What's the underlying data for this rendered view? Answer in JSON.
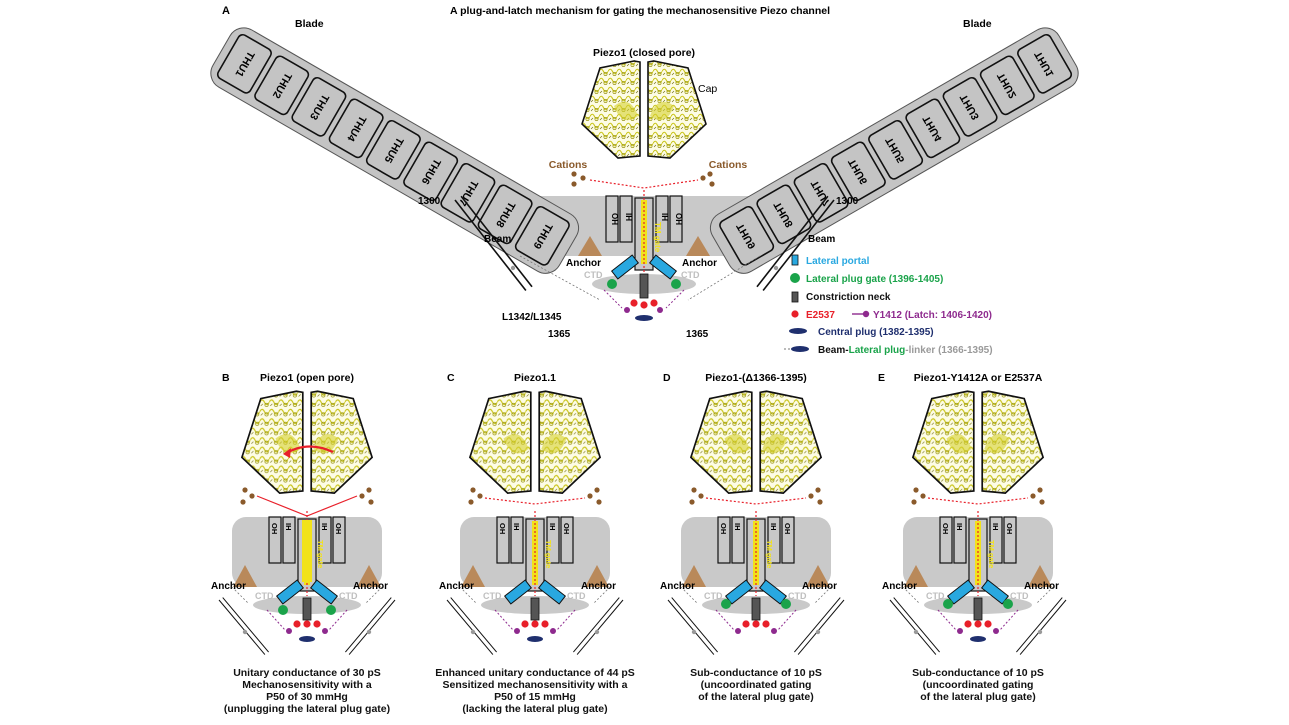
{
  "figure": {
    "title": "A plug-and-latch mechanism for gating the mechanosensitive Piezo channel",
    "panel_a": {
      "label": "A",
      "subtitle": "Piezo1 (closed pore)",
      "blade_left": "Blade",
      "blade_right": "Blade",
      "cap": "Cap",
      "cations_left": "Cations",
      "cations_right": "Cations",
      "residue_left": "1300",
      "residue_right": "1300",
      "beam_left": "Beam",
      "beam_right": "Beam",
      "anchor_left": "Anchor",
      "anchor_right": "Anchor",
      "ctd_left": "CTD",
      "ctd_right": "CTD",
      "l_label": "L1342/L1345",
      "res_1365_left": "1365",
      "res_1365_right": "1365",
      "thu_left": [
        "THU1",
        "THU2",
        "THU3",
        "THU4",
        "THU5",
        "THU6",
        "THU7",
        "THU8",
        "THU9"
      ],
      "thu_right": [
        "THU1",
        "THU2",
        "THU3",
        "THU4",
        "THU5",
        "THU6",
        "THU7",
        "THU8",
        "THU9"
      ]
    },
    "legend": {
      "lateral_portal": "Lateral portal",
      "lateral_plug_gate": "Lateral plug gate (1396-1405)",
      "constriction_neck": "Constriction neck",
      "e2537": "E2537",
      "y1412": "Y1412 (Latch: 1406-1420)",
      "central_plug": "Central plug (1382-1395)",
      "linker_beam": "Beam",
      "linker_sep": "-",
      "linker_lateral": "Lateral plug",
      "linker_rest": "-linker (1366-1395)",
      "colors": {
        "portal": "#29a8e0",
        "gate": "#1aa34a",
        "neck": "#555555",
        "e2537": "#e8202a",
        "latch": "#8e2a8e",
        "plug": "#1f2f6e",
        "linker_grey": "#9a9a9a"
      }
    },
    "panels": [
      {
        "label": "B",
        "title": "Piezo1 (open pore)",
        "lines": [
          "Unitary conductance of 30 pS",
          "Mechanosensitivity with a",
          "P50 of 30 mmHg",
          "(unplugging the lateral plug gate)"
        ]
      },
      {
        "label": "C",
        "title": "Piezo1.1",
        "lines": [
          "Enhanced unitary conductance of 44 pS",
          "Sensitized mechanosensitivity with a",
          "P50 of 15 mmHg",
          "(lacking the lateral plug gate)"
        ]
      },
      {
        "label": "D",
        "title": "Piezo1-(Δ1366-1395)",
        "lines": [
          "Sub-conductance of 10 pS",
          "(uncoordinated gating",
          "of the lateral plug gate)"
        ]
      },
      {
        "label": "E",
        "title": "Piezo1-Y1412A or E2537A",
        "lines": [
          "Sub-conductance of 10 pS",
          "(uncoordinated gating",
          "of the lateral plug gate)"
        ]
      }
    ],
    "pore_labels": {
      "oh": "OH",
      "ih": "IH",
      "tm_gate": "TM gate",
      "ctd": "CTD",
      "anchor": "Anchor"
    }
  }
}
